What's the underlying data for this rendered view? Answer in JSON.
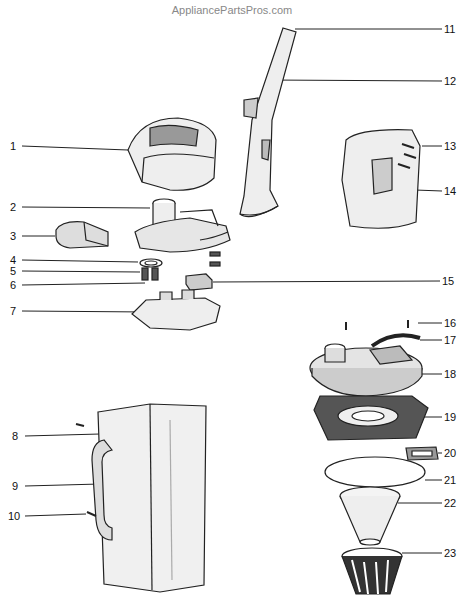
{
  "diagram": {
    "labels": [
      "AppliancePartsPros.com",
      "1",
      "2",
      "3",
      "4",
      "5",
      "6",
      "7",
      "8",
      "9",
      "10",
      "11",
      "12",
      "13",
      "14",
      "15",
      "16",
      "17",
      "18",
      "19",
      "20",
      "21",
      "22",
      "23"
    ]
  }
}
